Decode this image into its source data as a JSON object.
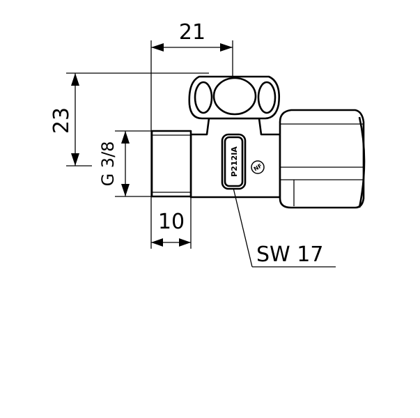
{
  "dimensions": {
    "width_top": "21",
    "height_left": "23",
    "thread": "G 3/8",
    "thread_length": "10",
    "wrench_size": "SW 17"
  },
  "markings": {
    "stamp": "P212IA",
    "logo": "NF"
  },
  "colors": {
    "line": "#000000",
    "background": "#ffffff"
  }
}
